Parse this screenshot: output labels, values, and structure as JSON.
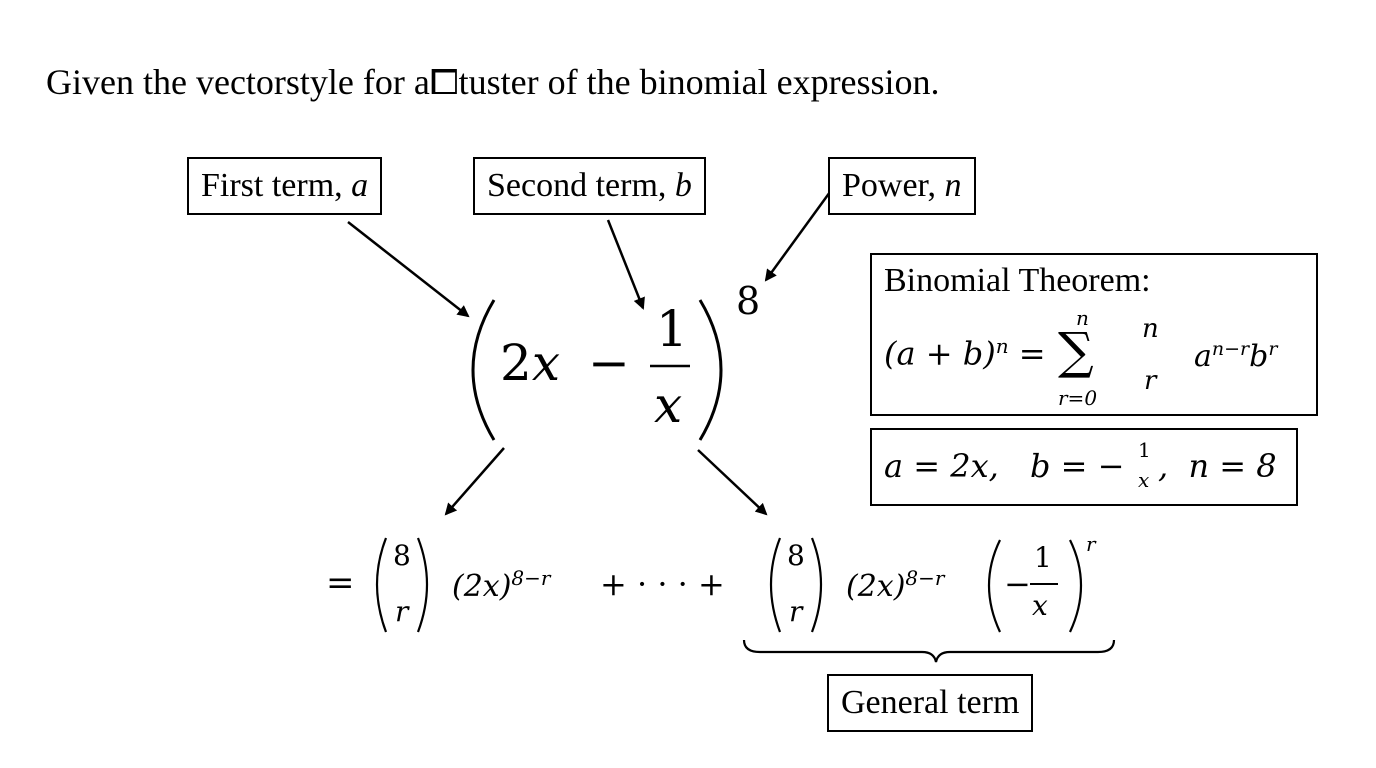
{
  "intro": "Given the vectorstyle for a⧠tuster of the binomial expression.",
  "labels": {
    "first": {
      "text": "First term, ",
      "var": "a"
    },
    "second": {
      "text": "Second term, ",
      "var": "b"
    },
    "power": {
      "text": "Power, ",
      "var": "n"
    },
    "general": "General term"
  },
  "expression": {
    "coef": "2",
    "x": "x",
    "minus": "−",
    "num": "1",
    "den": "x",
    "exp": "8"
  },
  "theorem": {
    "title": "Binomial Theorem:",
    "lhs": "(a + b)",
    "lhs_exp": "n",
    "eq": "=",
    "sum_top": "n",
    "sum_bottom": "r=0",
    "binom_top": "n",
    "binom_bottom": "r",
    "term_a": "a",
    "term_a_exp": "n−r",
    "term_b": "b",
    "term_b_exp": "r"
  },
  "values": {
    "a_part": "a = 2x,",
    "b_part": "b = −",
    "b_num": "1",
    "b_den": "x",
    "n_part": ",  n = 8"
  },
  "expansion": {
    "eq": "=",
    "binom_top": "8",
    "binom_bottom": "r",
    "base": "(2x)",
    "base_exp": "8−r",
    "dots": "+ · · · +",
    "frac_minus": "−",
    "frac_num": "1",
    "frac_den": "x",
    "frac_exp": "r"
  }
}
